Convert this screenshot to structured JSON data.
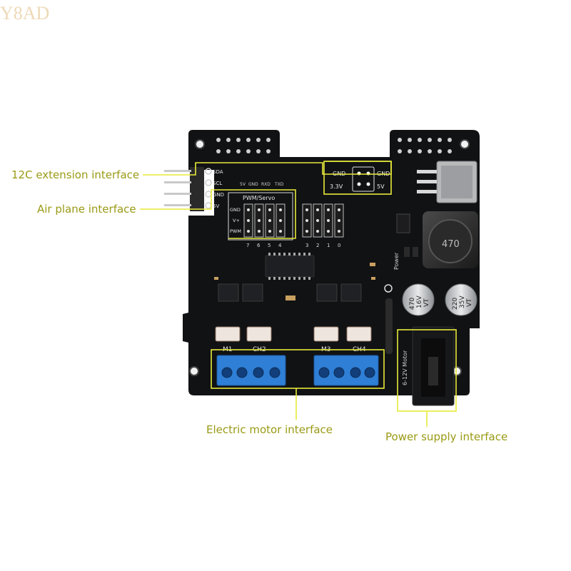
{
  "watermark": "Y8AD",
  "callouts": {
    "i2c": "12C extension interface",
    "airplane": "Air plane interface",
    "motor": "Electric motor interface",
    "power": "Power supply interface"
  },
  "board": {
    "header_pins": [
      "SDA",
      "SCL",
      "GND",
      "5V"
    ],
    "uart_labels": [
      "5V",
      "GND",
      "RXD",
      "TXD"
    ],
    "power_pins": [
      "GND",
      "GND",
      "3.3V",
      "5V"
    ],
    "pwm_title": "PWM/Servo",
    "pwm_rows": [
      "GND",
      "V+",
      "PWM"
    ],
    "pwm_channels": [
      "7",
      "6",
      "5",
      "4",
      "3",
      "2",
      "1",
      "0"
    ],
    "inductor": "470",
    "cap_left": [
      "470",
      "16V",
      "VT"
    ],
    "cap_right": [
      "220",
      "35V",
      "VT"
    ],
    "power_silk": "Power",
    "motor_silk": "6-12V Motor",
    "motor_ports": [
      "M1",
      "CH2",
      "M3",
      "CH4"
    ]
  },
  "colors": {
    "label": "#9a9a16",
    "callout_line": "#e8ea3a",
    "pcb": "#111214",
    "terminal": "#2f7fd6"
  }
}
